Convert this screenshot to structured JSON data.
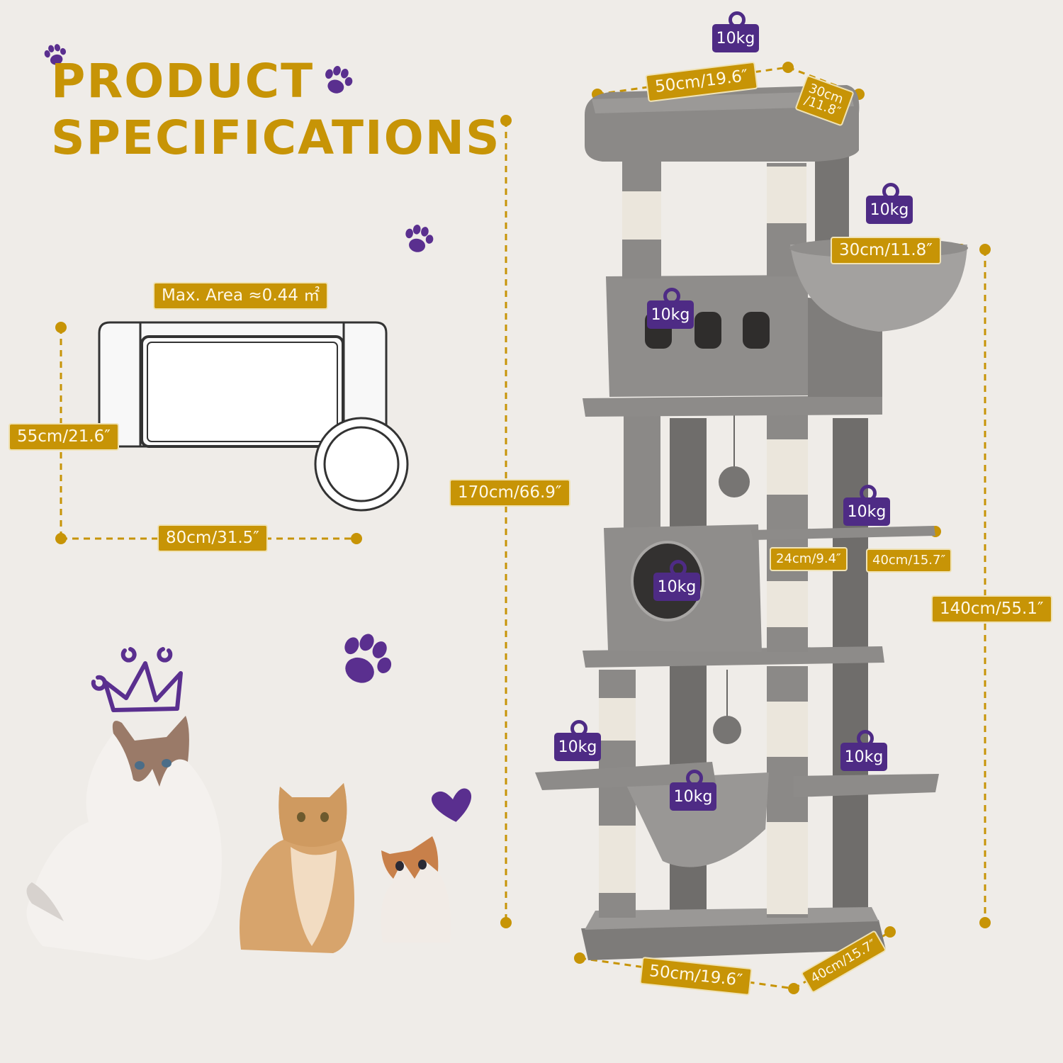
{
  "title": {
    "line1": "PRODUCT",
    "line2": "SPECIFICATIONS"
  },
  "footprint": {
    "area_label": "Max. Area ≈0.44 ㎡",
    "depth_label": "55cm/21.6″",
    "width_label": "80cm/31.5″"
  },
  "dimensions": {
    "total_height": "170cm/66.9″",
    "basket_height": "140cm/55.1″",
    "top_width": "50cm/19.6″",
    "top_depth": "30cm\n/11.8″",
    "basket_diameter": "30cm/11.8″",
    "perch_width": "24cm/9.4″",
    "perch_length": "40cm/15.7″",
    "base_width": "50cm/19.6″",
    "base_depth": "40cm/15.7″"
  },
  "load_labels": [
    "10kg",
    "10kg",
    "10kg",
    "10kg",
    "10kg",
    "10kg",
    "10kg",
    "10kg"
  ],
  "colors": {
    "gold": "#c79406",
    "purple": "#4e2b85",
    "plush": "#8d8b89",
    "sisal": "#ebe6dc",
    "background": "#efece8"
  },
  "icons": [
    "paw-icon",
    "crown-icon",
    "heart-icon",
    "weight-icon"
  ],
  "illustrations": [
    "cat-tree",
    "ragdoll-cat",
    "golden-shorthair-cat",
    "kitten",
    "floor-plan"
  ]
}
